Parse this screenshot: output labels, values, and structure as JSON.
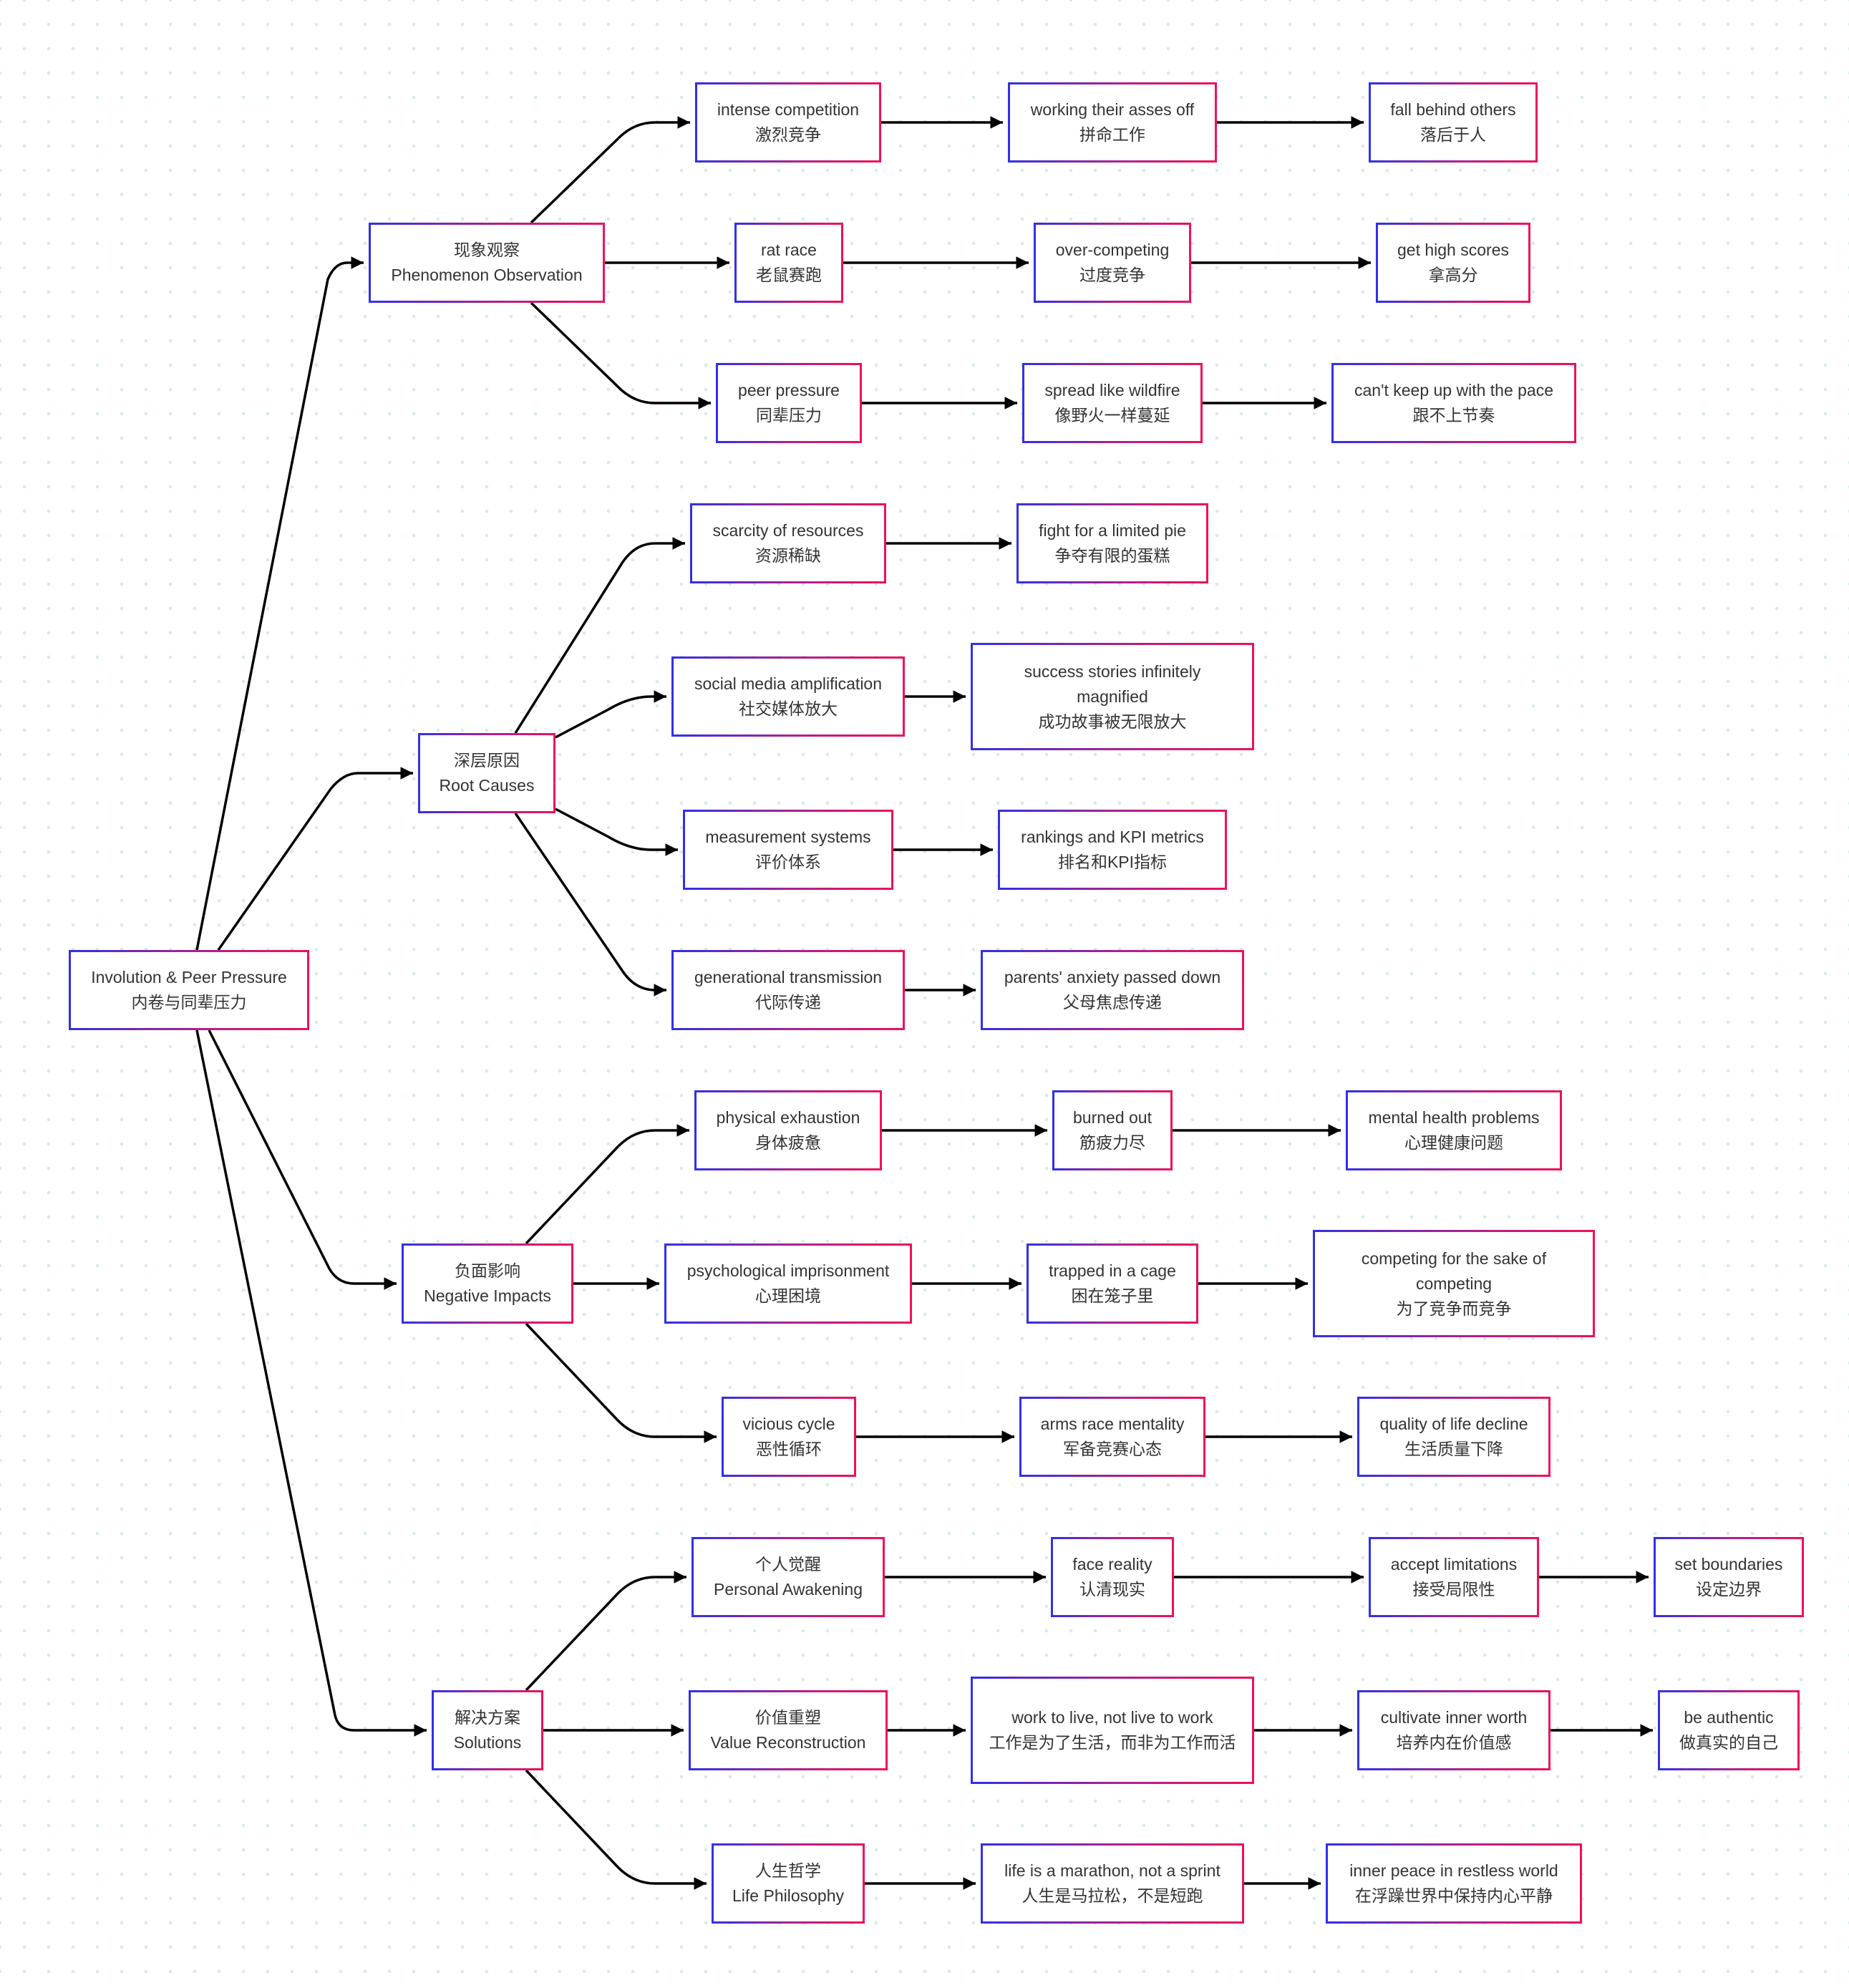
{
  "colors": {
    "border_start": "#3030e8",
    "border_end": "#f0105a",
    "edge": "#000000",
    "text": "#333333",
    "grid_dot": "#d6ecea"
  },
  "nodes": {
    "root": [
      "Involution & Peer Pressure",
      "内卷与同辈压力"
    ],
    "phenomenon": [
      "现象观察",
      "Phenomenon Observation"
    ],
    "intense_competition": [
      "intense competition",
      "激烈竞争"
    ],
    "working_asses_off": [
      "working their asses off",
      "拼命工作"
    ],
    "fall_behind": [
      "fall behind others",
      "落后于人"
    ],
    "rat_race": [
      "rat race",
      "老鼠赛跑"
    ],
    "over_competing": [
      "over-competing",
      "过度竞争"
    ],
    "high_scores": [
      "get high scores",
      "拿高分"
    ],
    "peer_pressure": [
      "peer pressure",
      "同辈压力"
    ],
    "wildfire": [
      "spread like wildfire",
      "像野火一样蔓延"
    ],
    "keep_pace": [
      "can't keep up with the pace",
      "跟不上节奏"
    ],
    "root_causes": [
      "深层原因",
      "Root Causes"
    ],
    "scarcity": [
      "scarcity of resources",
      "资源稀缺"
    ],
    "limited_pie": [
      "fight for a limited pie",
      "争夺有限的蛋糕"
    ],
    "social_media": [
      "social media amplification",
      "社交媒体放大"
    ],
    "success_stories": [
      "success stories infinitely magnified",
      "成功故事被无限放大"
    ],
    "measurement": [
      "measurement systems",
      "评价体系"
    ],
    "rankings": [
      "rankings and KPI metrics",
      "排名和KPI指标"
    ],
    "generational": [
      "generational transmission",
      "代际传递"
    ],
    "parents_anxiety": [
      "parents' anxiety passed down",
      "父母焦虑传递"
    ],
    "negative_impacts": [
      "负面影响",
      "Negative Impacts"
    ],
    "physical_exhaustion": [
      "physical exhaustion",
      "身体疲惫"
    ],
    "burned_out": [
      "burned out",
      "筋疲力尽"
    ],
    "mental_health": [
      "mental health problems",
      "心理健康问题"
    ],
    "psych_imprisonment": [
      "psychological imprisonment",
      "心理困境"
    ],
    "trapped_cage": [
      "trapped in a cage",
      "困在笼子里"
    ],
    "competing_sake": [
      "competing for the sake of competing",
      "为了竞争而竞争"
    ],
    "vicious_cycle": [
      "vicious cycle",
      "恶性循环"
    ],
    "arms_race": [
      "arms race mentality",
      "军备竞赛心态"
    ],
    "quality_life": [
      "quality of life decline",
      "生活质量下降"
    ],
    "solutions": [
      "解决方案",
      "Solutions"
    ],
    "personal_awakening": [
      "个人觉醒",
      "Personal Awakening"
    ],
    "face_reality": [
      "face reality",
      "认清现实"
    ],
    "accept_limitations": [
      "accept limitations",
      "接受局限性"
    ],
    "set_boundaries": [
      "set boundaries",
      "设定边界"
    ],
    "value_reconstruction": [
      "价值重塑",
      "Value Reconstruction"
    ],
    "work_to_live": [
      "work to live, not live to work",
      "工作是为了生活，而非为工作而活"
    ],
    "inner_worth": [
      "cultivate inner worth",
      "培养内在价值感"
    ],
    "be_authentic": [
      "be authentic",
      "做真实的自己"
    ],
    "life_philosophy": [
      "人生哲学",
      "Life Philosophy"
    ],
    "marathon": [
      "life is a marathon, not a sprint",
      "人生是马拉松，不是短跑"
    ],
    "inner_peace": [
      "inner peace in restless world",
      "在浮躁世界中保持内心平静"
    ]
  }
}
